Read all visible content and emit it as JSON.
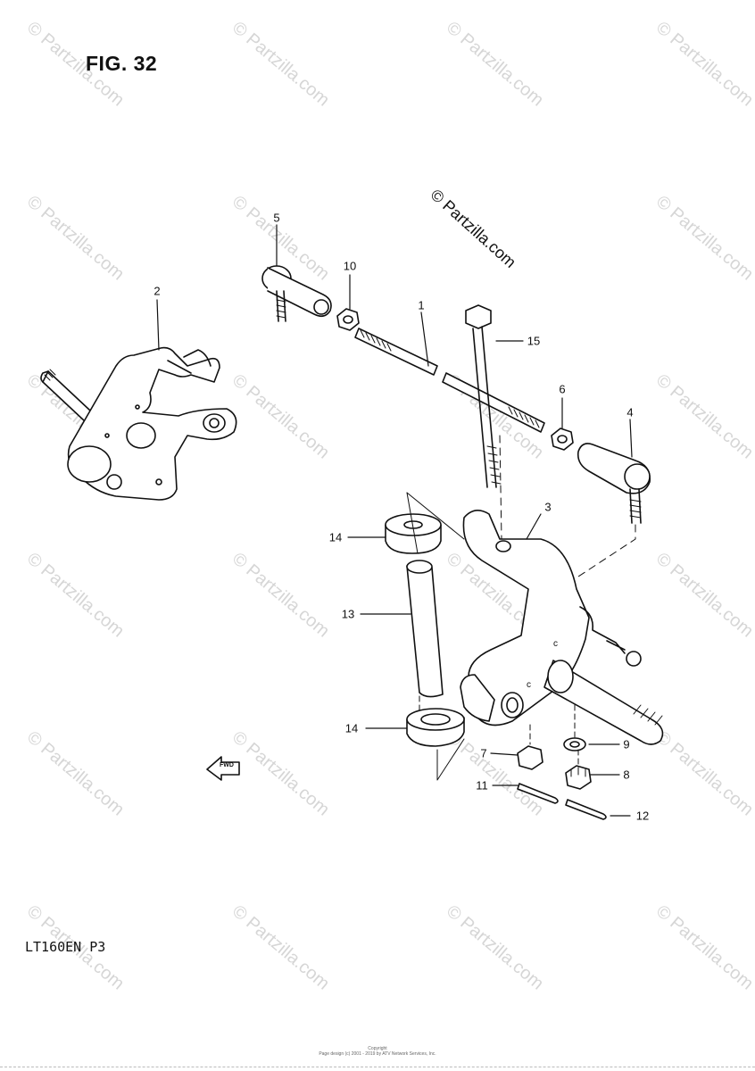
{
  "figure": {
    "title": "FIG. 32",
    "model_code": "LT160EN  P3",
    "watermark": "© Partzilla.com",
    "fwd_label": "FWD",
    "footer_line1": "Copyright",
    "footer_line2": "Page design (c) 2001 - 2019 by ATV Network Services, Inc."
  },
  "callouts": [
    {
      "id": "c1",
      "text": "1"
    },
    {
      "id": "c2",
      "text": "2"
    },
    {
      "id": "c3",
      "text": "3"
    },
    {
      "id": "c4",
      "text": "4"
    },
    {
      "id": "c5",
      "text": "5"
    },
    {
      "id": "c6",
      "text": "6"
    },
    {
      "id": "c7",
      "text": "7"
    },
    {
      "id": "c8",
      "text": "8"
    },
    {
      "id": "c9",
      "text": "9"
    },
    {
      "id": "c10",
      "text": "10"
    },
    {
      "id": "c11",
      "text": "11"
    },
    {
      "id": "c12",
      "text": "12"
    },
    {
      "id": "c13",
      "text": "13"
    },
    {
      "id": "c14a",
      "text": "14"
    },
    {
      "id": "c14b",
      "text": "14"
    },
    {
      "id": "c15",
      "text": "15"
    }
  ],
  "colors": {
    "ink": "#111111",
    "watermark": "#d6d6d6"
  }
}
